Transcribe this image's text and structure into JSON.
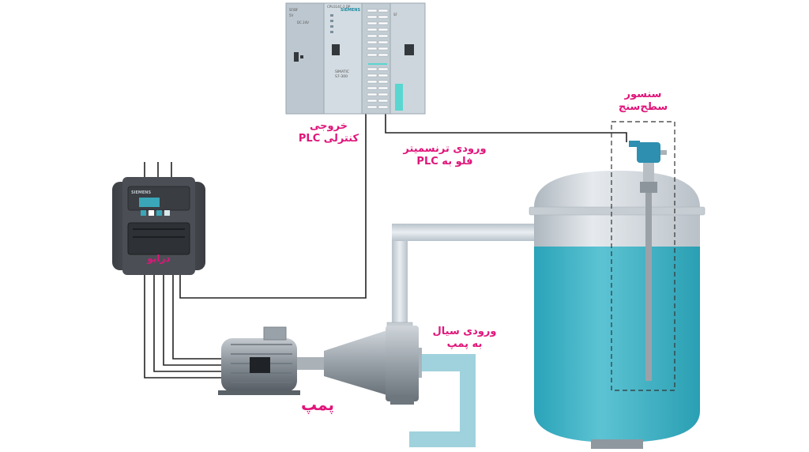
{
  "plc": {
    "brand": "SIEMENS",
    "model_line1": "SIMATIC",
    "model_line2": "S7-300",
    "cpu_label": "CPU314C-2 DP",
    "small_label1": "SF/BF",
    "small_label2": "5V",
    "small_label3": "DC 24V",
    "small_label4": "SF"
  },
  "drive": {
    "brand": "SIEMENS",
    "label": "درایو"
  },
  "labels": {
    "plc_output_line1": "خروجی",
    "plc_output_line2": "کنترلی PLC",
    "flow_input_line1": "ورودی ترنسمیتر",
    "flow_input_line2": "فلو به PLC",
    "sensor_line1": "سنسور",
    "sensor_line2": "سطح‌سنج",
    "fluid_inlet_line1": "ورودی سیال",
    "fluid_inlet_line2": "به پمپ",
    "pump": "پمپ"
  },
  "colors": {
    "accent": "#e0157a",
    "water": "#3fb3c6",
    "pipe": "#d6dde3",
    "inlet_pipe": "#9fd2dd",
    "drive_body": "#4a4d52",
    "plc_body": "#c9d3da"
  }
}
